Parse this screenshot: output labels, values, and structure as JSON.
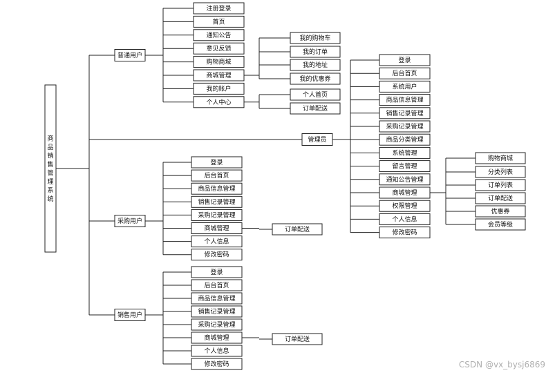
{
  "root": "商品销售管理系统",
  "roles": [
    {
      "name": "普通用户",
      "children": [
        {
          "label": "注册登录"
        },
        {
          "label": "首页"
        },
        {
          "label": "通知公告"
        },
        {
          "label": "意见反馈"
        },
        {
          "label": "购物商城"
        },
        {
          "label": "商城管理",
          "children": [
            "我的购物车",
            "我的订单",
            "我的地址",
            "我的优惠券"
          ]
        },
        {
          "label": "我的账户"
        },
        {
          "label": "个人中心",
          "children": [
            "个人首页",
            "订单配送"
          ]
        }
      ]
    },
    {
      "name": "管理员",
      "children": [
        {
          "label": "登录"
        },
        {
          "label": "后台首页"
        },
        {
          "label": "系统用户"
        },
        {
          "label": "商品信息管理"
        },
        {
          "label": "销售记录管理"
        },
        {
          "label": "采购记录管理"
        },
        {
          "label": "商品分类管理"
        },
        {
          "label": "系统管理"
        },
        {
          "label": "留言管理"
        },
        {
          "label": "通知公告管理"
        },
        {
          "label": "商城管理",
          "children": [
            "购物商城",
            "分类列表",
            "订单列表",
            "订单配送",
            "优惠券",
            "会员等级"
          ]
        },
        {
          "label": "权限管理"
        },
        {
          "label": "个人信息"
        },
        {
          "label": "修改密码"
        }
      ]
    },
    {
      "name": "采购用户",
      "children": [
        {
          "label": "登录"
        },
        {
          "label": "后台首页"
        },
        {
          "label": "商品信息管理"
        },
        {
          "label": "销售记录管理"
        },
        {
          "label": "采购记录管理"
        },
        {
          "label": "商城管理",
          "children": [
            "订单配送"
          ]
        },
        {
          "label": "个人信息"
        },
        {
          "label": "修改密码"
        }
      ]
    },
    {
      "name": "销售用户",
      "children": [
        {
          "label": "登录"
        },
        {
          "label": "后台首页"
        },
        {
          "label": "商品信息管理"
        },
        {
          "label": "销售记录管理"
        },
        {
          "label": "采购记录管理"
        },
        {
          "label": "商城管理",
          "children": [
            "订单配送"
          ]
        },
        {
          "label": "个人信息"
        },
        {
          "label": "修改密码"
        }
      ]
    }
  ],
  "watermark": "CSDN @vx_bysj6869"
}
